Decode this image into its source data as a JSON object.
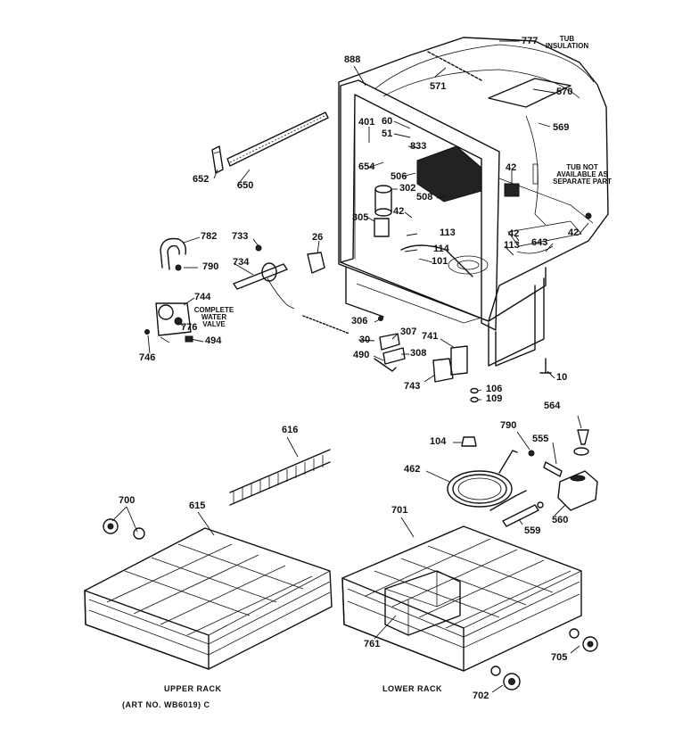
{
  "notes": {
    "tub_insulation": "TUB\nINSULATION",
    "complete_water_valve": "COMPLETE\nWATER\nVALVE",
    "tub_not_available": "TUB NOT\nAVAILABLE AS\nSEPARATE PART"
  },
  "captions": {
    "upper_rack": "UPPER RACK",
    "lower_rack": "LOWER RACK",
    "art_no": "(ART NO. WB6019) C"
  },
  "parts": {
    "p777": "777",
    "p888": "888",
    "p571": "571",
    "p570": "570",
    "p401": "401",
    "p60": "60",
    "p51": "51",
    "p833": "833",
    "p569": "569",
    "p652": "652",
    "p654": "654",
    "p506": "506",
    "p650": "650",
    "p42a": "42",
    "p302": "302",
    "p508": "508",
    "p305": "305",
    "p42b": "42",
    "p42c": "42",
    "p42d": "42",
    "p113a": "113",
    "p643": "643",
    "p782": "782",
    "p733": "733",
    "p26": "26",
    "p114": "114",
    "p113b": "113",
    "p790a": "790",
    "p734": "734",
    "p101": "101",
    "p744": "744",
    "p776": "776",
    "p306": "306",
    "p307": "307",
    "p741": "741",
    "p494": "494",
    "p30": "30",
    "p308": "308",
    "p746": "746",
    "p490": "490",
    "p10": "10",
    "p743": "743",
    "p106": "106",
    "p109": "109",
    "p564": "564",
    "p616": "616",
    "p790b": "790",
    "p104": "104",
    "p555": "555",
    "p462": "462",
    "p700": "700",
    "p615": "615",
    "p701": "701",
    "p560": "560",
    "p559": "559",
    "p761": "761",
    "p705": "705",
    "p702": "702"
  }
}
